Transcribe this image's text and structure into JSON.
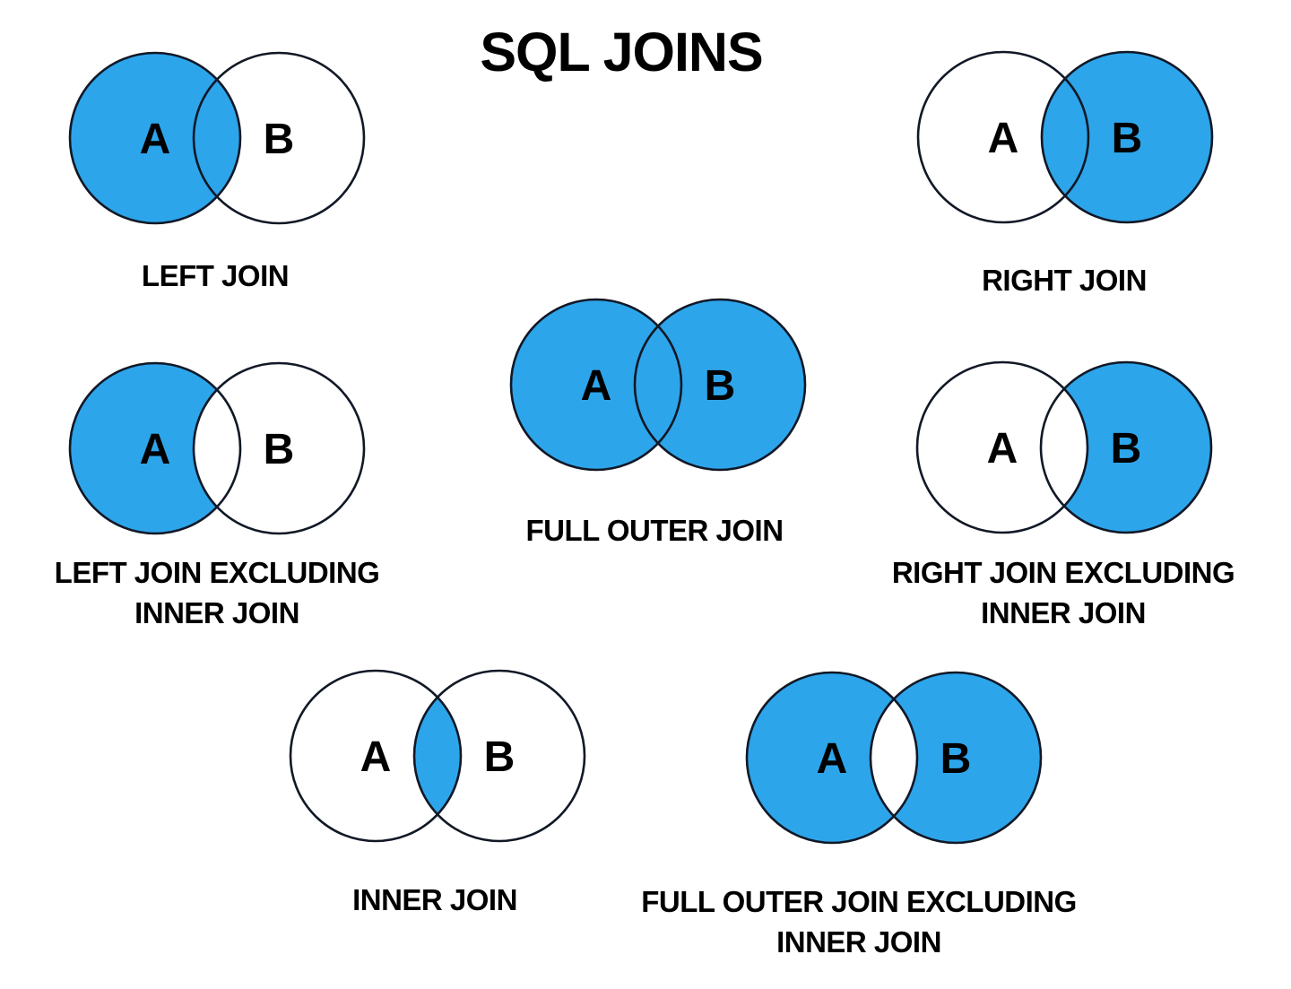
{
  "title": "SQL JOINS",
  "colors": {
    "background": "#FFFFFF",
    "circle_fill_blue": "#2DA5EB",
    "circle_fill_white": "#FFFFFF",
    "circle_stroke": "#111826",
    "text": "#000000"
  },
  "diagrams": [
    {
      "id": "left-join",
      "label_a": "A",
      "label_b": "B",
      "caption_lines": [
        "LEFT JOIN"
      ],
      "fill_mode": "left",
      "shaded_region": "all of circle A including intersection"
    },
    {
      "id": "right-join",
      "label_a": "A",
      "label_b": "B",
      "caption_lines": [
        "RIGHT JOIN"
      ],
      "fill_mode": "right",
      "shaded_region": "all of circle B including intersection"
    },
    {
      "id": "left-join-excluding-inner-join",
      "label_a": "A",
      "label_b": "B",
      "caption_lines": [
        "LEFT JOIN EXCLUDING",
        "INNER JOIN"
      ],
      "fill_mode": "left_excl",
      "shaded_region": "circle A minus intersection"
    },
    {
      "id": "full-outer-join",
      "label_a": "A",
      "label_b": "B",
      "caption_lines": [
        "FULL OUTER JOIN"
      ],
      "fill_mode": "full",
      "shaded_region": "both circles including intersection"
    },
    {
      "id": "right-join-excluding-inner-join",
      "label_a": "A",
      "label_b": "B",
      "caption_lines": [
        "RIGHT JOIN EXCLUDING",
        "INNER JOIN"
      ],
      "fill_mode": "right_excl",
      "shaded_region": "circle B minus intersection"
    },
    {
      "id": "inner-join",
      "label_a": "A",
      "label_b": "B",
      "caption_lines": [
        "INNER JOIN"
      ],
      "fill_mode": "inner",
      "shaded_region": "intersection only"
    },
    {
      "id": "full-outer-join-excluding-inner-join",
      "label_a": "A",
      "label_b": "B",
      "caption_lines": [
        "FULL OUTER JOIN EXCLUDING",
        "INNER JOIN"
      ],
      "fill_mode": "full_excl",
      "shaded_region": "both circles minus intersection"
    }
  ]
}
